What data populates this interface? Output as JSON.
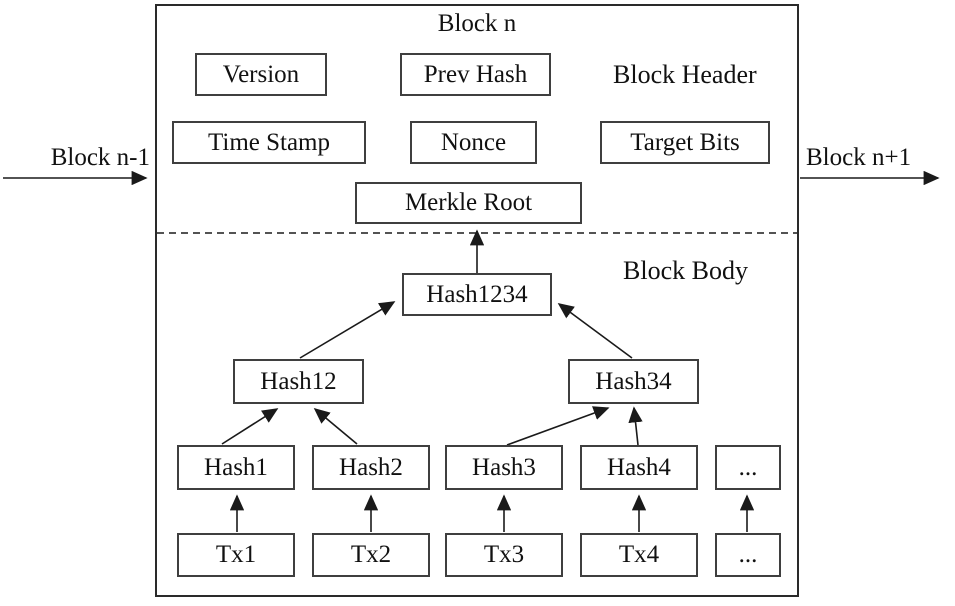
{
  "diagram": {
    "title": "Block n",
    "labels": {
      "block_header": "Block Header",
      "block_body": "Block Body",
      "prev_block": "Block n-1",
      "next_block": "Block n+1"
    },
    "header_fields": [
      "Version",
      "Prev Hash",
      "Time Stamp",
      "Nonce",
      "Target Bits",
      "Merkle Root"
    ],
    "merkle_tree": {
      "root": "Hash1234",
      "internal": [
        "Hash12",
        "Hash34"
      ],
      "leaf_hashes": [
        "Hash1",
        "Hash2",
        "Hash3",
        "Hash4",
        "..."
      ],
      "transactions": [
        "Tx1",
        "Tx2",
        "Tx3",
        "Tx4",
        "..."
      ]
    },
    "colors": {
      "line": "#1a1a1a",
      "box_border": "#3f3f3f",
      "text": "#111111",
      "background": "#ffffff"
    }
  }
}
